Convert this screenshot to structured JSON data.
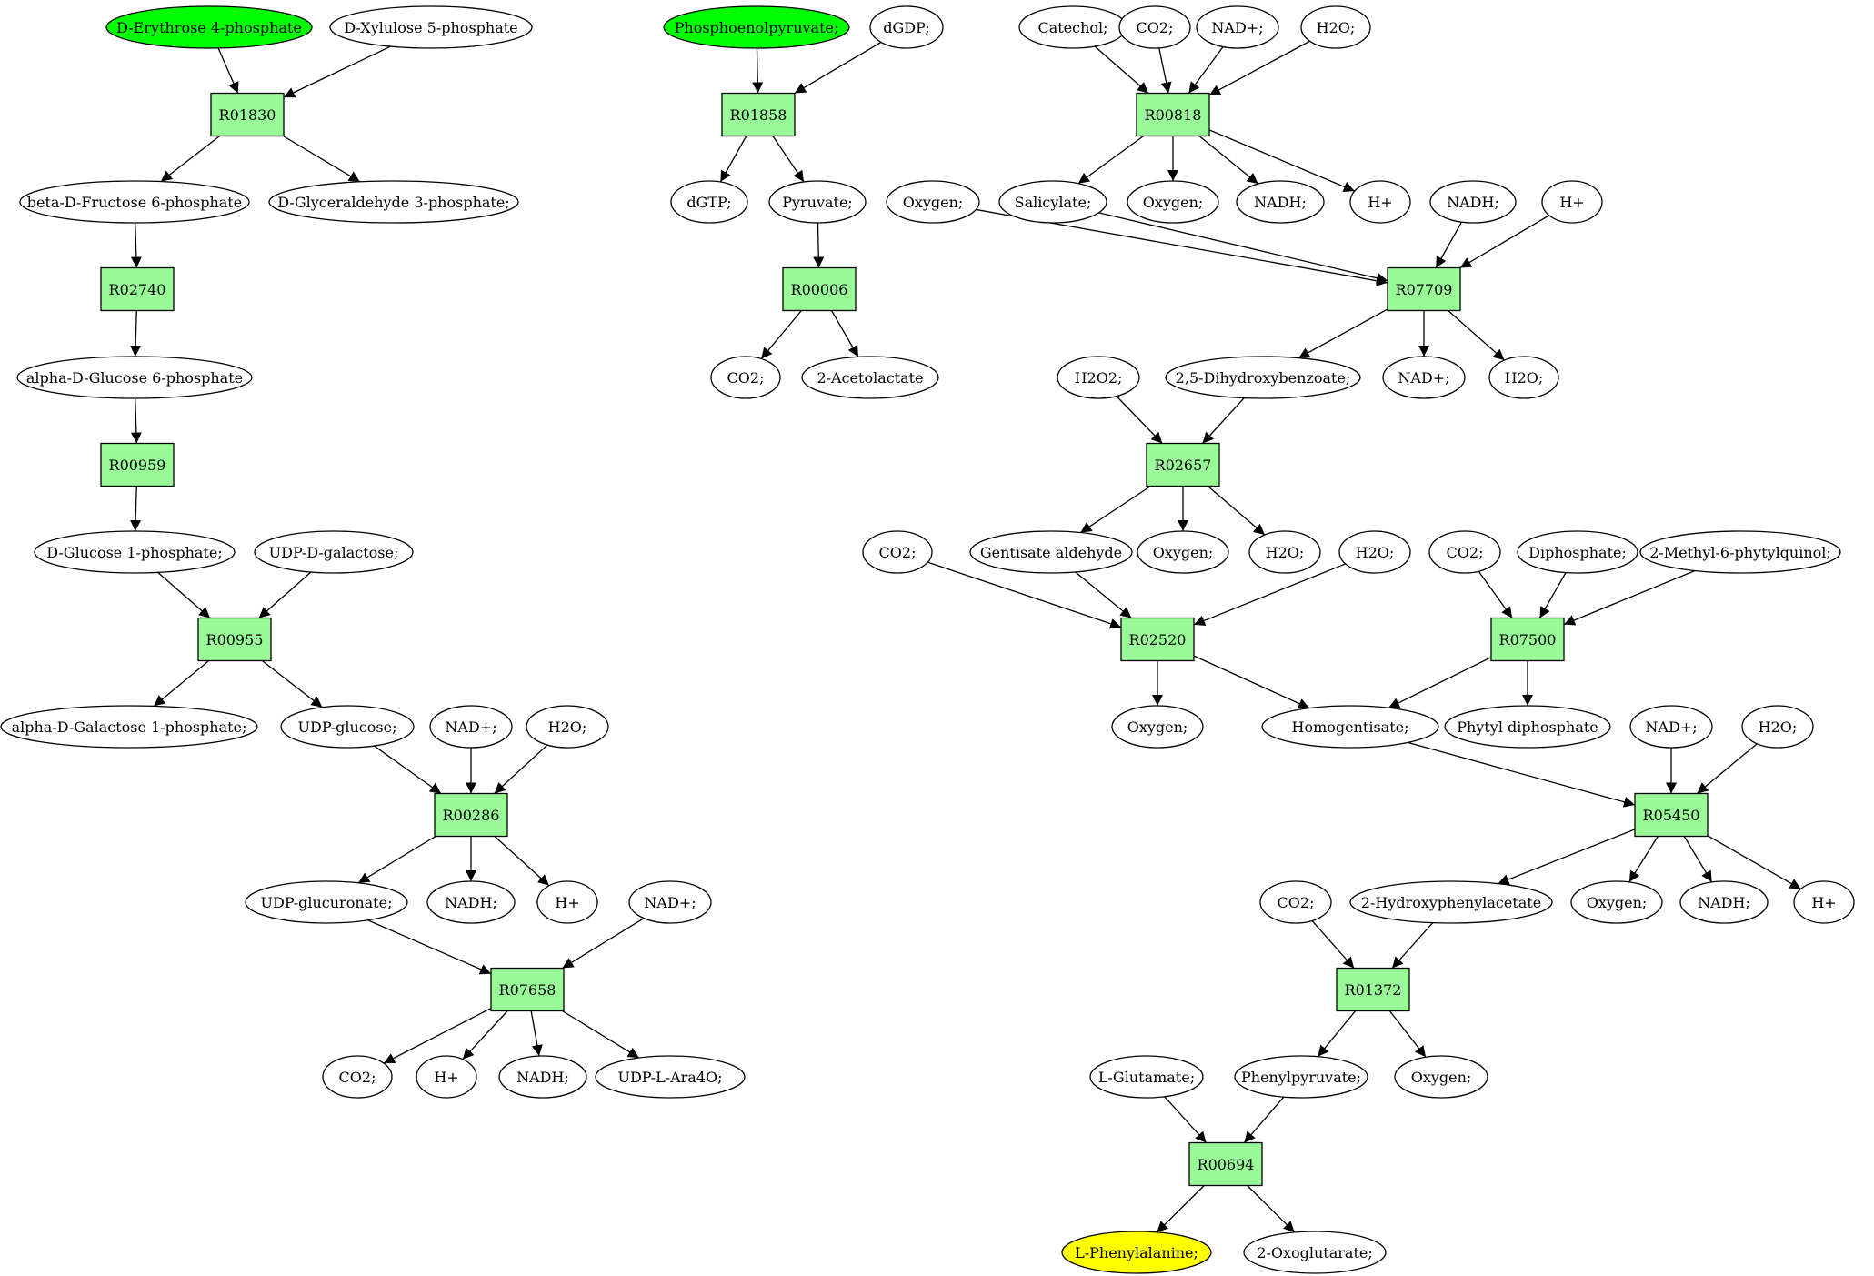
{
  "colors": {
    "reaction_fill": "#98fb98",
    "start_fill": "#00ff00",
    "end_fill": "#ffff00",
    "node_fill": "#ffffff",
    "stroke": "#000000"
  },
  "reactions": {
    "r1": "R01830",
    "r2": "R02740",
    "r3": "R00959",
    "r4": "R00955",
    "r5": "R00286",
    "r6": "R07658",
    "r7": "R01858",
    "r8": "R00006",
    "r9": "R00818",
    "r10": "R07709",
    "r11": "R02657",
    "r12": "R02520",
    "r13": "R07500",
    "r14": "R05450",
    "r15": "R01372",
    "r16": "R00694"
  },
  "compounds": {
    "c1": "D-Erythrose 4-phosphate",
    "c2": "D-Xylulose 5-phosphate",
    "c3": "beta-D-Fructose 6-phosphate",
    "c4": "D-Glyceraldehyde 3-phosphate;",
    "c5": "alpha-D-Glucose 6-phosphate",
    "c6": "D-Glucose 1-phosphate;",
    "c7": "UDP-D-galactose;",
    "c8": "alpha-D-Galactose 1-phosphate;",
    "c9": "UDP-glucose;",
    "c10": "NAD+;",
    "c11": "H2O;",
    "c12": "UDP-glucuronate;",
    "c13": "NADH;",
    "c14": "H+",
    "c15": "NAD+;",
    "c16": "CO2;",
    "c17": "H+",
    "c18": "NADH;",
    "c19": "UDP-L-Ara4O;",
    "c20": "Phosphoenolpyruvate;",
    "c21": "dGDP;",
    "c22": "dGTP;",
    "c23": "Pyruvate;",
    "c24": "CO2;",
    "c25": "2-Acetolactate",
    "c26": "Catechol;",
    "c27": "CO2;",
    "c28": "NAD+;",
    "c29": "H2O;",
    "c30": "Salicylate;",
    "c31": "Oxygen;",
    "c32": "NADH;",
    "c33": "H+",
    "c34": "Oxygen;",
    "c35": "NADH;",
    "c36": "H+",
    "c37": "2,5-Dihydroxybenzoate;",
    "c38": "NAD+;",
    "c39": "H2O;",
    "c40": "H2O2;",
    "c41": "Gentisate aldehyde",
    "c42": "Oxygen;",
    "c43": "H2O;",
    "c44": "CO2;",
    "c45": "H2O;",
    "c46": "CO2;",
    "c47": "Diphosphate;",
    "c48": "2-Methyl-6-phytylquinol;",
    "c49": "Oxygen;",
    "c50": "Homogentisate;",
    "c51": "Phytyl diphosphate",
    "c52": "NAD+;",
    "c53": "H2O;",
    "c54": "CO2;",
    "c55": "2-Hydroxyphenylacetate",
    "c56": "Oxygen;",
    "c57": "NADH;",
    "c58": "H+",
    "c59": "Phenylpyruvate;",
    "c60": "Oxygen;",
    "c61": "L-Glutamate;",
    "c62": "L-Phenylalanine;",
    "c63": "2-Oxoglutarate;"
  },
  "edges": [
    [
      "c1",
      "r1"
    ],
    [
      "c2",
      "r1"
    ],
    [
      "r1",
      "c3"
    ],
    [
      "r1",
      "c4"
    ],
    [
      "c3",
      "r2"
    ],
    [
      "r2",
      "c5"
    ],
    [
      "c5",
      "r3"
    ],
    [
      "r3",
      "c6"
    ],
    [
      "c6",
      "r4"
    ],
    [
      "c7",
      "r4"
    ],
    [
      "r4",
      "c8"
    ],
    [
      "r4",
      "c9"
    ],
    [
      "c9",
      "r5"
    ],
    [
      "c10",
      "r5"
    ],
    [
      "c11",
      "r5"
    ],
    [
      "r5",
      "c12"
    ],
    [
      "r5",
      "c13"
    ],
    [
      "r5",
      "c14"
    ],
    [
      "c12",
      "r6"
    ],
    [
      "c15",
      "r6"
    ],
    [
      "r6",
      "c16"
    ],
    [
      "r6",
      "c17"
    ],
    [
      "r6",
      "c18"
    ],
    [
      "r6",
      "c19"
    ],
    [
      "c20",
      "r7"
    ],
    [
      "c21",
      "r7"
    ],
    [
      "r7",
      "c22"
    ],
    [
      "r7",
      "c23"
    ],
    [
      "c23",
      "r8"
    ],
    [
      "r8",
      "c24"
    ],
    [
      "r8",
      "c25"
    ],
    [
      "c26",
      "r9"
    ],
    [
      "c27",
      "r9"
    ],
    [
      "c28",
      "r9"
    ],
    [
      "c29",
      "r9"
    ],
    [
      "r9",
      "c30"
    ],
    [
      "r9",
      "c31"
    ],
    [
      "r9",
      "c32"
    ],
    [
      "r9",
      "c33"
    ],
    [
      "c34",
      "r10"
    ],
    [
      "c30",
      "r10"
    ],
    [
      "c35",
      "r10"
    ],
    [
      "c36",
      "r10"
    ],
    [
      "r10",
      "c37"
    ],
    [
      "r10",
      "c38"
    ],
    [
      "r10",
      "c39"
    ],
    [
      "c40",
      "r11"
    ],
    [
      "c37",
      "r11"
    ],
    [
      "r11",
      "c41"
    ],
    [
      "r11",
      "c42"
    ],
    [
      "r11",
      "c43"
    ],
    [
      "c44",
      "r12"
    ],
    [
      "c41",
      "r12"
    ],
    [
      "c45",
      "r12"
    ],
    [
      "r12",
      "c49"
    ],
    [
      "r12",
      "c50"
    ],
    [
      "c46",
      "r13"
    ],
    [
      "c47",
      "r13"
    ],
    [
      "c48",
      "r13"
    ],
    [
      "r13",
      "c50"
    ],
    [
      "r13",
      "c51"
    ],
    [
      "c50",
      "r14"
    ],
    [
      "c52",
      "r14"
    ],
    [
      "c53",
      "r14"
    ],
    [
      "r14",
      "c55"
    ],
    [
      "r14",
      "c56"
    ],
    [
      "r14",
      "c57"
    ],
    [
      "r14",
      "c58"
    ],
    [
      "c54",
      "r15"
    ],
    [
      "c55",
      "r15"
    ],
    [
      "r15",
      "c59"
    ],
    [
      "r15",
      "c60"
    ],
    [
      "c61",
      "r16"
    ],
    [
      "c59",
      "r16"
    ],
    [
      "r16",
      "c62"
    ],
    [
      "r16",
      "c63"
    ]
  ]
}
